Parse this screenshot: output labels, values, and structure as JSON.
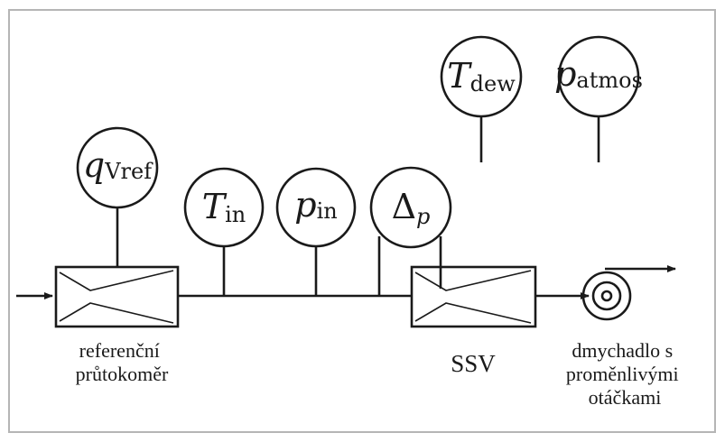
{
  "instruments": {
    "qvref": {
      "symbol": "q",
      "subscript": "Vref"
    },
    "tin": {
      "symbol": "T",
      "subscript": "in"
    },
    "pin": {
      "symbol": "p",
      "subscript": "in"
    },
    "dp": {
      "symbol": "Δ",
      "subscript": "p"
    },
    "tdew": {
      "symbol": "T",
      "subscript": "dew"
    },
    "patmos": {
      "symbol": "p",
      "subscript": "atmos"
    }
  },
  "labels": {
    "ref_flowmeter": [
      "referenční",
      "průtokoměr"
    ],
    "ssv": "SSV",
    "blower": [
      "dmychadlo s",
      "proměnlivými",
      "otáčkami"
    ]
  }
}
